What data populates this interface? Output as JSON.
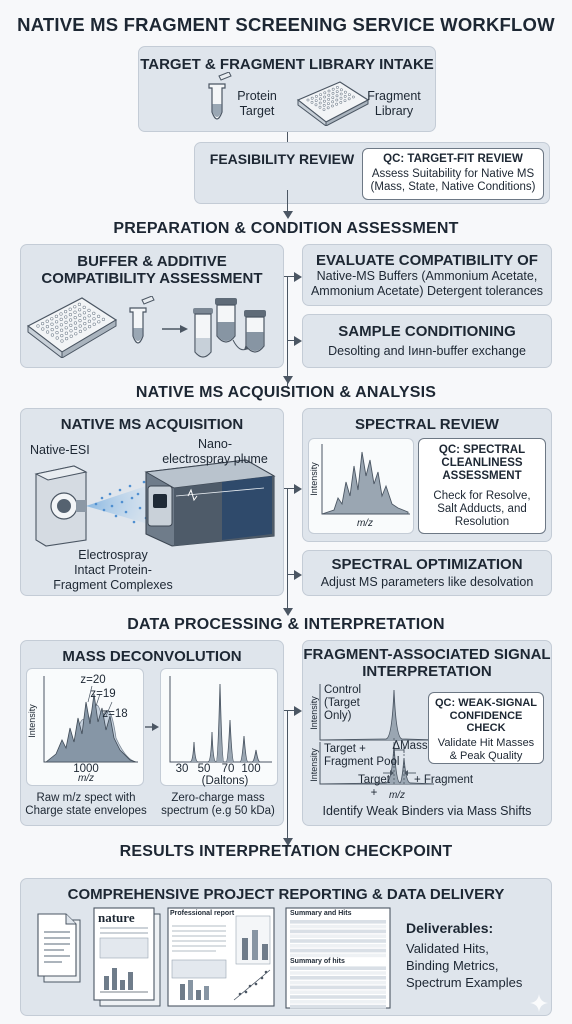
{
  "title": "NATIVE MS FRAGMENT SCREENING SERVICE WORKFLOW",
  "intake": {
    "title": "TARGET & FRAGMENT LIBRARY INTAKE",
    "protein_label": "Protein\nTarget",
    "library_label": "Fragment\nLibrary"
  },
  "feasibility": {
    "title": "FEASIBILITY REVIEW",
    "qc_title": "QC: TARGET-FIT REVIEW",
    "qc_body": "Assess Suitability for Native MS\n(Mass, State, Native Conditions)"
  },
  "prep": {
    "section_title": "PREPARATION & CONDITION ASSESSMENT",
    "buffer_title": "BUFFER & ADDITIVE\nCOMPATIBILITY ASSESSMENT",
    "eval_title": "EVALUATE COMPATIBILITY OF",
    "eval_body": "Native-MS Buffers (Ammonium Acetate,\nAmmonium Acetate) Detergent tolerances",
    "cond_title": "SAMPLE CONDITIONING",
    "cond_body": "Desolting and Iинn-buffer exchange"
  },
  "acq": {
    "section_title": "NATIVE MS ACQUISITION & ANALYSIS",
    "panel_title": "NATIVE MS ACQUISITION",
    "esi_label": "Native-ESI",
    "nano_label": "Nano-\nelectrospray plume",
    "electro_label": "Electrospray\nIntact Protein-\nFragment Complexes",
    "spectral_title": "SPECTRAL REVIEW",
    "qc_title": "QC: SPECTRAL\nCLEANLINESS\nASSESSMENT",
    "qc_body": "Check for Resolve,\nSalt Adducts, and\nResolution",
    "y_label": "Intensity",
    "x_label": "m/z",
    "opt_title": "SPECTRAL OPTIMIZATION",
    "opt_body": "Adjust MS parameters like desolvation"
  },
  "proc": {
    "section_title": "DATA PROCESSING & INTERPRETATION",
    "deconv_title": "MASS DECONVOLUTION",
    "z_labels": [
      "z=20",
      "z=19",
      "z=18"
    ],
    "raw_tick": "1000",
    "raw_xlabel": "m/z",
    "raw_ylabel": "Intensity",
    "raw_caption": "Raw m/z spect with\nCharge state envelopes",
    "zero_ticks": [
      "30",
      "50",
      "70",
      "100"
    ],
    "zero_xlabel": "(Daltons)",
    "zero_caption": "Zero-charge mass\nspectrum (e.g 50 kDa)",
    "frag_title": "FRAGMENT-ASSOCIATED SIGNAL\nINTERPRETATION",
    "control_label": "Control\n(Target Only)",
    "pool_label": "Target +\nFragment Pool",
    "delta_label": "ΔMass",
    "target_plus": "Target +",
    "plus_fragment": "+ Fragment",
    "frag_ylabel": "Intensity",
    "frag_xlabel": "m/z",
    "qc_title": "QC: WEAK-SIGNAL\nCONFIDENCE\nCHECK",
    "qc_body": "Validate Hit Masses\n& Peak Quality",
    "footer": "Identify Weak Binders via Mass Shifts"
  },
  "results": {
    "section_title": "RESULTS INTERPRETATION CHECKPOINT",
    "report_title": "COMPREHENSIVE PROJECT REPORTING & DATA DELIVERY",
    "nature_label": "nature",
    "professional_label": "Professional report",
    "summary_label": "Summary and Hits",
    "summary_label2": "Summary of hits",
    "deliverables_title": "Deliverables:",
    "deliverables_body": "Validated Hits,\nBinding Metrics,\nSpectrum Examples"
  }
}
